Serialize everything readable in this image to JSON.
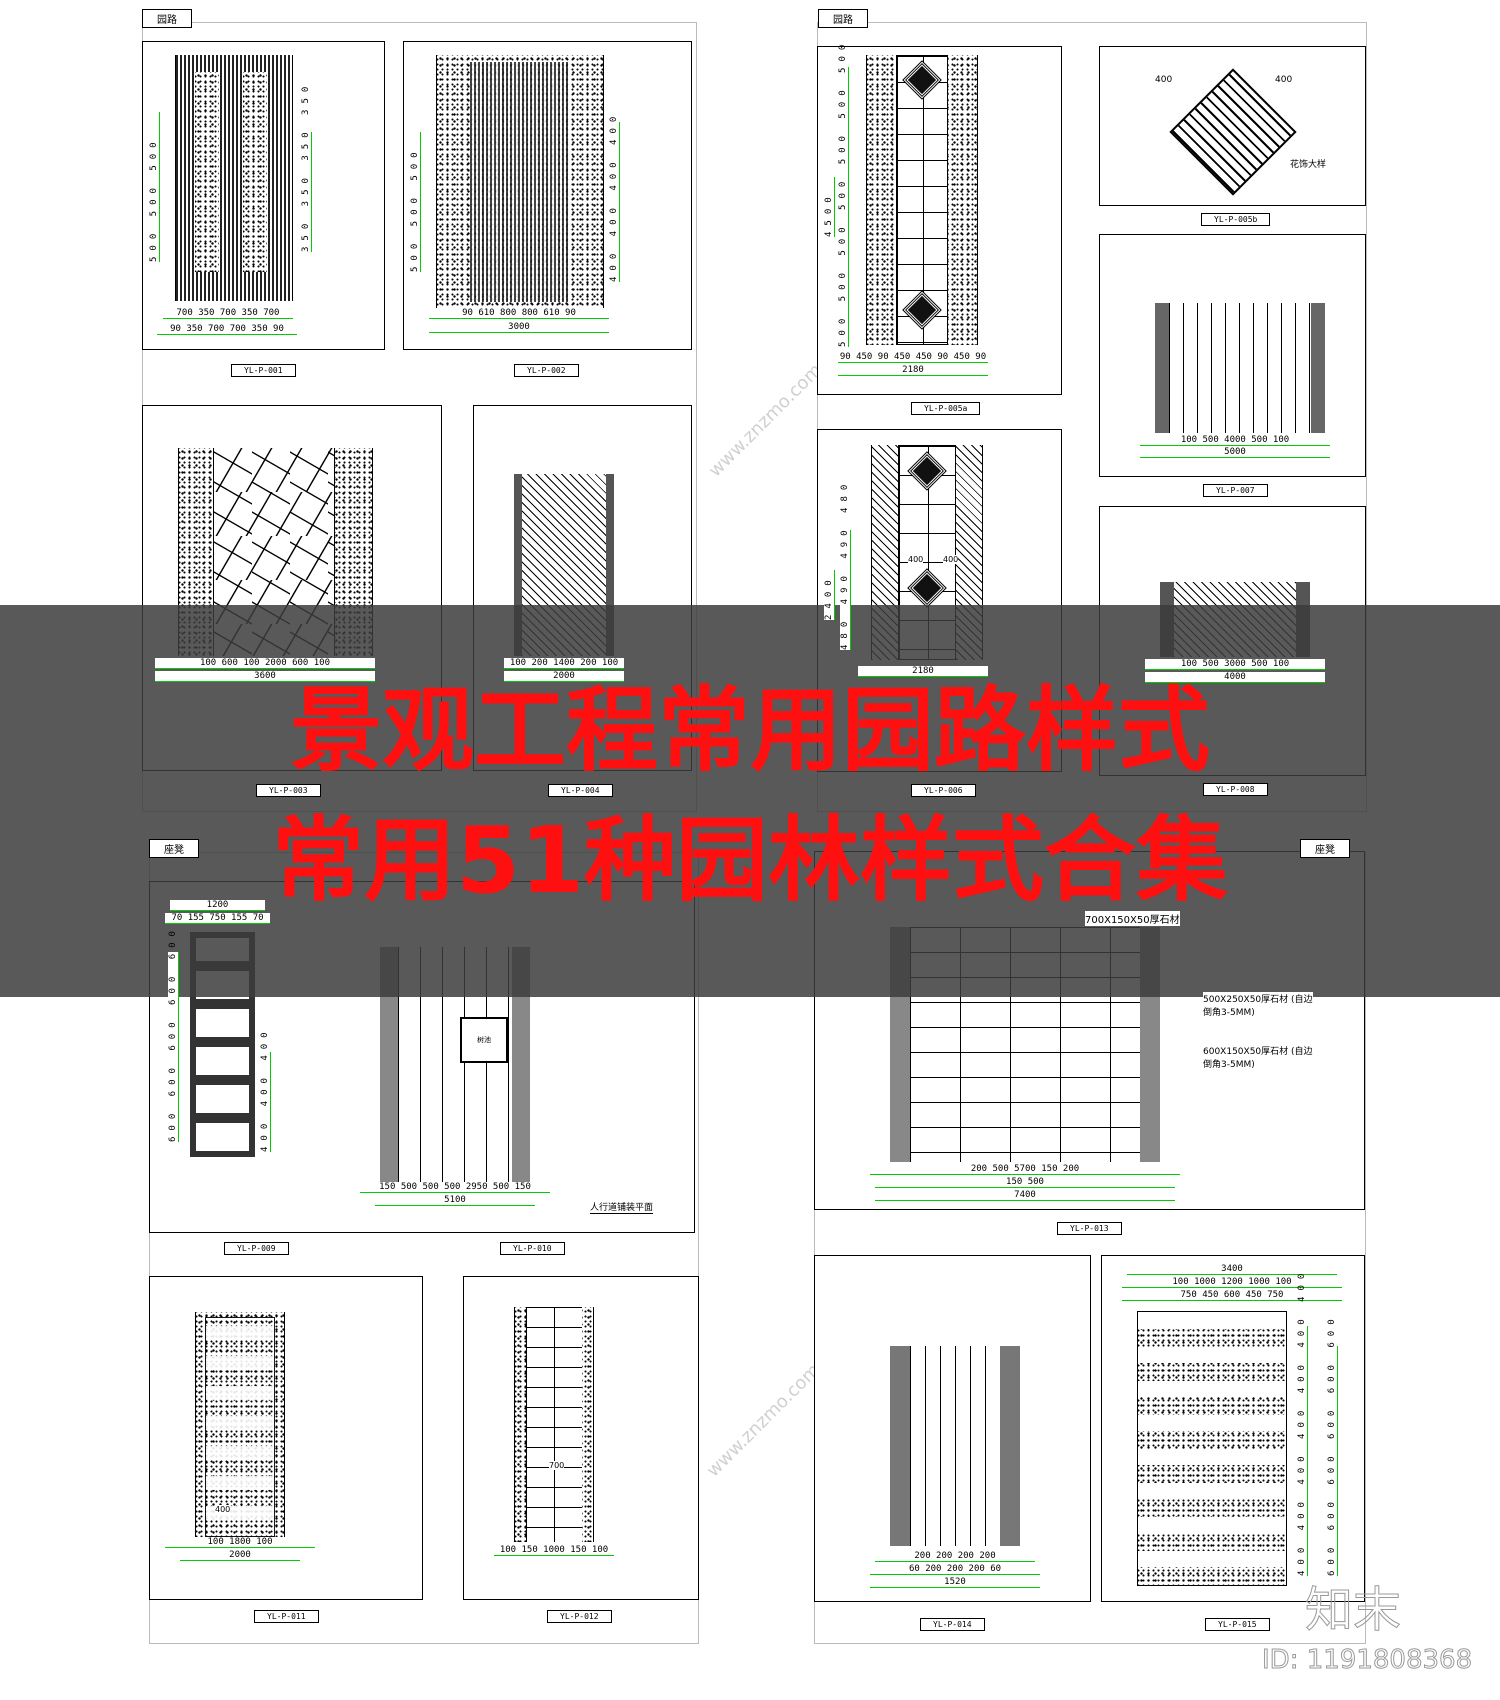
{
  "banner": {
    "line1": "景观工程常用园路样式",
    "line2": "常用51种园林样式合集"
  },
  "groups": {
    "top_left": "园路",
    "top_right": "园路",
    "bottom_left": "座凳",
    "bottom_right": "座凳"
  },
  "panels": {
    "p001": {
      "code": "YL-P-001",
      "dims_top": "700 350 700 350 700",
      "dims_bottom": "90 350 700 700 350 90",
      "vdims": "500 500 500",
      "vdims2": "350 350 350 350"
    },
    "p002": {
      "code": "YL-P-002",
      "dims_top": "90 610 800 800 610 90",
      "dims_bottom": "3000",
      "vdims": "500 500 500",
      "vdims2": "400 400 400 400"
    },
    "p003": {
      "code": "YL-P-003",
      "dims_top": "100 600 100 2000 600 100",
      "dims_bottom": "3600"
    },
    "p004": {
      "code": "YL-P-004",
      "dims_top": "100 200 1400 200 100",
      "dims_bottom": "2000"
    },
    "p005a": {
      "code": "YL-P-005a",
      "dims_top": "90 450 90 450 450 90 450 90",
      "dims_bottom": "2180",
      "vdims": "500 500 500 500 500 500 500",
      "vtotal": "4500"
    },
    "p005b": {
      "code": "YL-P-005b",
      "dim_a": "400",
      "dim_b": "400",
      "label": "花饰大样"
    },
    "p006": {
      "code": "YL-P-006",
      "dims_bottom": "2180",
      "vdims": "480 490 490 480",
      "vtotal": "2400",
      "dim_a": "400",
      "dim_b": "400"
    },
    "p007": {
      "code": "YL-P-007",
      "dims_top": "100 500 4000 500 100",
      "dims_bottom": "5000"
    },
    "p008": {
      "code": "YL-P-008",
      "dims_top": "100 500 3000 500 100",
      "dims_bottom": "4000"
    },
    "p009": {
      "code": "YL-P-009",
      "dims_top": "1200",
      "dims_sub": "70 155 750 155 70",
      "vdims": "600 600 600 600 600",
      "vdims2": "400 400 400"
    },
    "p010": {
      "code": "YL-P-010",
      "dims_top": "150 500 500 500 2950 500 150",
      "dims_bottom": "5100",
      "title": "人行道铺装平面",
      "inset": "树池"
    },
    "p011": {
      "code": "YL-P-011",
      "dims_top": "100 1800 100",
      "dims_bottom": "2000",
      "small": "400"
    },
    "p012": {
      "code": "YL-P-012",
      "dims_top": "100 150 1000 150 100",
      "small": "700"
    },
    "p013": {
      "code": "YL-P-013",
      "dims_top": "200 500 5700 150 200",
      "dims_sub": "150 500",
      "dims_bottom": "7400",
      "note1": "700X150X50厚石材",
      "note2": "500X250X50厚石材 (自边倒角3-5MM)",
      "note3": "600X150X50厚石材 (自边倒角3-5MM)"
    },
    "p014": {
      "code": "YL-P-014",
      "dims_top": "200 200 200 200",
      "dims_sub": "60 200 200 200 60",
      "dims_bottom": "1520"
    },
    "p015": {
      "code": "YL-P-015",
      "dims_top": "3400",
      "dims_sub": "100 1000 1200 1000 100",
      "dims_sub2": "750 450 600 450 750",
      "vdims": "400 400 400 400 400 400 400",
      "vdims2": "600 600 600 600 600 600"
    }
  },
  "watermark": {
    "logo": "知末",
    "id": "ID: 1191808368",
    "site": "www.znzmo.com"
  }
}
